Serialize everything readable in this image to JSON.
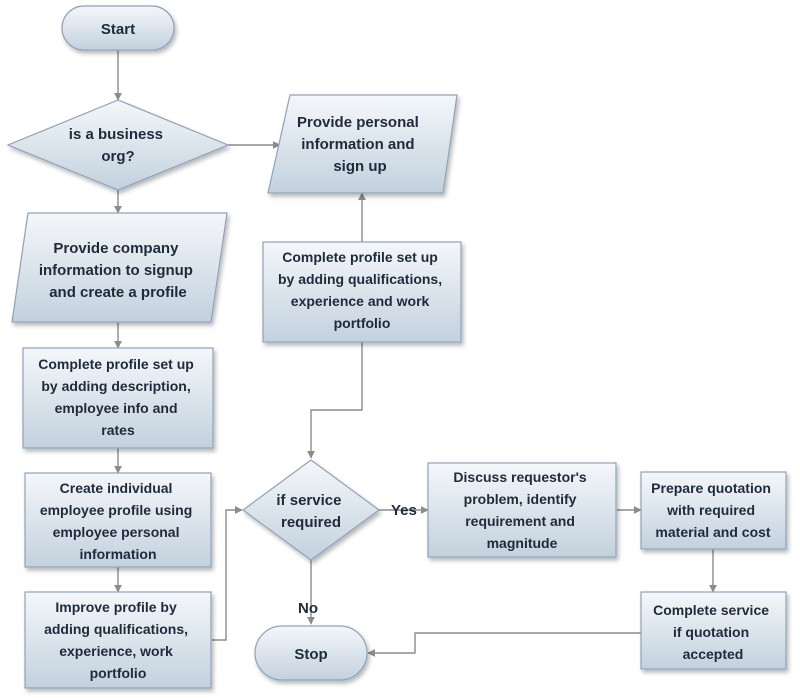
{
  "nodes": {
    "start": {
      "lines": [
        "Start"
      ]
    },
    "stop": {
      "lines": [
        "Stop"
      ]
    },
    "decision_business": {
      "lines": [
        "is a business",
        "org?"
      ]
    },
    "personal_signup": {
      "lines": [
        "Provide personal",
        "information and",
        "sign up"
      ]
    },
    "company_signup": {
      "lines": [
        "Provide company",
        "information to signup",
        "and create a profile"
      ]
    },
    "individual_profile": {
      "lines": [
        "Complete profile set up",
        "by adding qualifications,",
        "experience and work",
        "portfolio"
      ]
    },
    "company_profile": {
      "lines": [
        "Complete profile set up",
        "by adding description,",
        "employee info and",
        "rates"
      ]
    },
    "employee_profile": {
      "lines": [
        "Create individual",
        "employee profile using",
        "employee personal",
        "information"
      ]
    },
    "improve_profile": {
      "lines": [
        "Improve profile by",
        "adding qualifications,",
        "experience, work",
        "portfolio"
      ]
    },
    "decision_service": {
      "lines": [
        "if service",
        "required"
      ]
    },
    "discuss_problem": {
      "lines": [
        "Discuss requestor's",
        "problem, identify",
        "requirement and",
        "magnitude"
      ]
    },
    "prepare_quotation": {
      "lines": [
        "Prepare quotation",
        "with required",
        "material and cost"
      ]
    },
    "complete_service": {
      "lines": [
        "Complete service",
        "if quotation",
        "accepted"
      ]
    }
  },
  "edge_labels": {
    "yes": "Yes",
    "no": "No"
  },
  "colors": {
    "fill_top": "#f4f7fa",
    "fill_bottom": "#c3d1de",
    "stroke": "#8fa3b8",
    "connector": "#8c8c8c",
    "text": "#1f2a3a"
  }
}
